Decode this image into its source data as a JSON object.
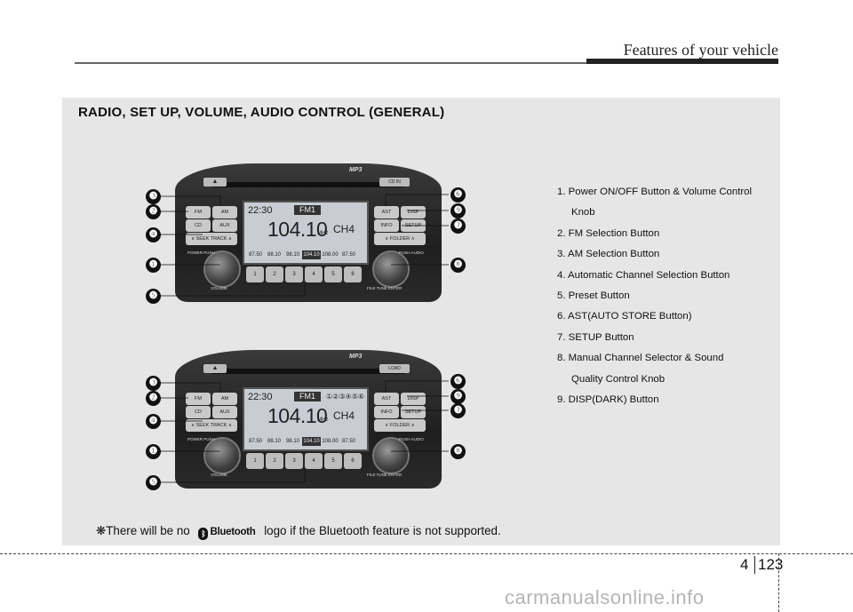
{
  "header": {
    "title": "Features of your vehicle"
  },
  "section": {
    "title": "RADIO, SET UP, VOLUME, AUDIO CONTROL (GENERAL)"
  },
  "legend": [
    {
      "text": "1. Power ON/OFF Button & Volume Control",
      "cont": "Knob"
    },
    {
      "text": "2. FM Selection Button"
    },
    {
      "text": "3. AM Selection Button"
    },
    {
      "text": "4. Automatic Channel Selection Button"
    },
    {
      "text": "5. Preset Button"
    },
    {
      "text": "6. AST(AUTO STORE Button)"
    },
    {
      "text": "7. SETUP Button"
    },
    {
      "text": "8. Manual Channel Selector & Sound",
      "cont": "Quality Control Knob"
    },
    {
      "text": "9. DISP(DARK) Button"
    }
  ],
  "radio_top": {
    "badge": "MP3",
    "eject_label": "▲",
    "load_label": "CD IN",
    "buttons": {
      "fm": "FM",
      "am": "AM",
      "cd": "CD",
      "aux": "AUX",
      "seek": "∨ SEEK TRACK ∧",
      "ast": "AST",
      "disp": "DISP",
      "info": "INFO",
      "setup": "SETUP CLOCK",
      "folder": "∨ FOLDER ∧"
    },
    "knob_labels": {
      "power": "POWER PUSH",
      "volume": "VOLUME",
      "audio": "PUSH AUDIO",
      "tune": "FILE TUNE",
      "enter": "ENTER"
    },
    "lcd": {
      "clock": "22:30",
      "band": "FM1",
      "presets_indicator": "",
      "freq": "104.10",
      "unit": "MHz",
      "channel": "CH4",
      "strip": [
        "87.50",
        "88.10",
        "98.10",
        "104.10",
        "108.00",
        "87.50"
      ]
    },
    "preset_buttons": [
      "1",
      "2",
      "3",
      "4",
      "5",
      "6"
    ]
  },
  "radio_bottom": {
    "badge": "MP3",
    "eject_label": "▲",
    "load_label": "LOAD",
    "buttons": {
      "fm": "FM",
      "am": "AM",
      "cd": "CD",
      "aux": "AUX",
      "seek": "∨ SEEK TRACK ∧",
      "ast": "AST",
      "disp": "DISP",
      "info": "INFO",
      "setup": "SETUP CLOCK",
      "folder": "∨ FOLDER ∧"
    },
    "knob_labels": {
      "power": "POWER PUSH",
      "volume": "VOLUME",
      "audio": "PUSH AUDIO",
      "tune": "FILE TUNE",
      "enter": "ENTER"
    },
    "lcd": {
      "clock": "22:30",
      "band": "FM1",
      "presets_indicator": "①②③④⑤⑥",
      "freq": "104.10",
      "unit": "MHz",
      "channel": "CH4",
      "strip": [
        "87.50",
        "88.10",
        "98.10",
        "104.10",
        "108.00",
        "87.50"
      ]
    },
    "preset_buttons": [
      "1",
      "2",
      "3",
      "4",
      "5",
      "6"
    ]
  },
  "callouts": [
    "❶",
    "❷",
    "❸",
    "❹",
    "❺",
    "❻",
    "❼",
    "❽",
    "❾"
  ],
  "note": {
    "prefix": "❋There will be no",
    "logo_text": "Bluetooth",
    "suffix": "logo if the Bluetooth feature is not supported."
  },
  "footer": {
    "chapter": "4",
    "page": "123",
    "watermark": "carmanualsonline.info"
  }
}
